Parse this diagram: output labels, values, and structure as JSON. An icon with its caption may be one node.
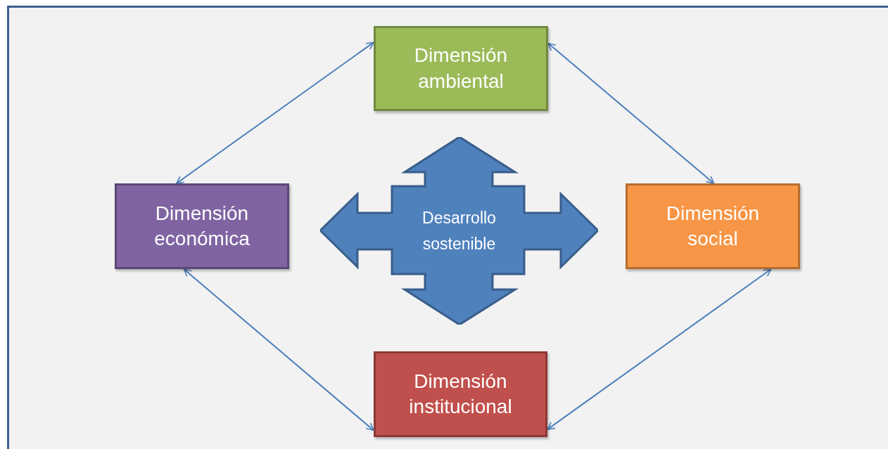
{
  "diagram": {
    "nodes": [
      {
        "text": [
          "Desarrollo sostenible"
        ]
      },
      {
        "text": [
          "Dimensión ambiental"
        ]
      },
      {
        "text": [
          "Dimensión económica"
        ]
      },
      {
        "text": [
          "Dimensión social"
        ]
      },
      {
        "text": [
          "Dimensión institucional"
        ]
      }
    ],
    "edges": [
      {
        "from": 2,
        "to": 1,
        "arrow": "both"
      },
      {
        "from": 1,
        "to": 3,
        "arrow": "both"
      },
      {
        "from": 2,
        "to": 4,
        "arrow": "both"
      },
      {
        "from": 4,
        "to": 3,
        "arrow": "both"
      }
    ]
  }
}
